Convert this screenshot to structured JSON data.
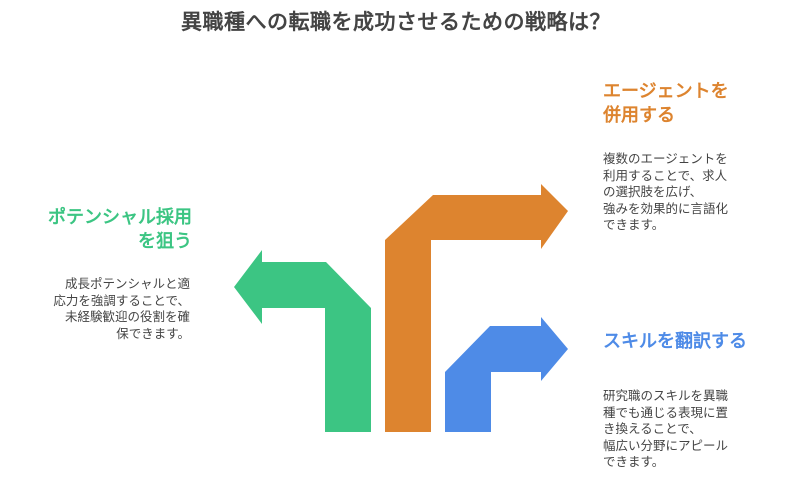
{
  "title": "異職種への転職を成功させるための戦略は？",
  "colors": {
    "green": "#3CC583",
    "orange": "#DD842F",
    "blue": "#4E8BE7"
  },
  "strategies": [
    {
      "heading_lines": [
        "ポテンシャル採用",
        "を狙う"
      ],
      "description_lines": [
        "成長ポテンシャルと適",
        "応力を強調することで、",
        "未経験歓迎の役割を確",
        "保できます。"
      ],
      "color": "#3CC583"
    },
    {
      "heading_lines": [
        "エージェントを",
        "併用する"
      ],
      "description_lines": [
        "複数のエージェントを",
        "利用することで、求人",
        "の選択肢を広げ、",
        "強みを効果的に言語化",
        "できます。"
      ],
      "color": "#DD842F"
    },
    {
      "heading_lines": [
        "スキルを翻訳する"
      ],
      "description_lines": [
        "研究職のスキルを異職",
        "種でも通じる表現に置",
        "き換えることで、",
        "幅広い分野にアピール",
        "できます。"
      ],
      "color": "#4E8BE7"
    }
  ]
}
